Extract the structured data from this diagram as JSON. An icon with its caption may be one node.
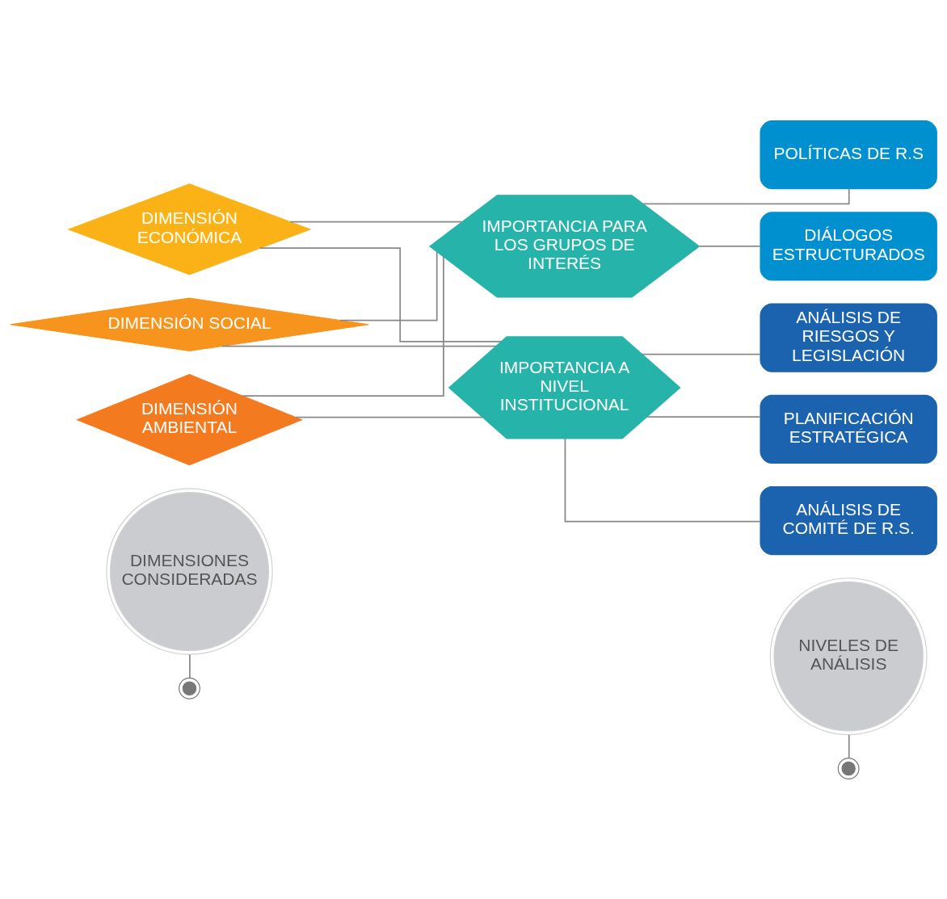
{
  "diagram": {
    "nodes": [
      {
        "text": [
          "DIMENSIONES CONSIDERADAS"
        ]
      },
      {
        "text": [
          "NIVELES DE ANÁLISIS"
        ]
      },
      {
        "text": [],
        "shape": "circle"
      },
      {
        "text": [],
        "shape": "circle"
      },
      {
        "text": [
          "DIMENSIÓN ECONÓMICA"
        ]
      },
      {
        "text": [
          "DIMENSIÓN SOCIAL"
        ]
      },
      {
        "text": [
          "DIMENSIÓN AMBIENTAL"
        ]
      },
      {
        "text": [
          "IMPORTANCIA PARA LOS GRUPOS DE INTERÉS"
        ]
      },
      {
        "text": [
          "IMPORTANCIA A NIVEL INSTITUCIONAL"
        ]
      },
      {
        "text": [
          "DIÁLOGOS ESTRUCTURADOS"
        ]
      },
      {
        "text": [
          "POLÍTICAS DE R.S"
        ]
      },
      {
        "text": [
          "PLANIFICACIÓN ESTRATÉGICA"
        ]
      },
      {
        "text": [
          "ANÁLISIS DE RIESGOS Y LEGISLACIÓN"
        ]
      },
      {
        "text": [
          "ANÁLISIS DE COMITÉ DE R.S."
        ]
      }
    ],
    "edges": [
      {
        "from": 0,
        "to": 2,
        "arrow": "none"
      },
      {
        "from": 1,
        "to": 3,
        "arrow": "none"
      },
      {
        "from": 4,
        "to": 7,
        "arrow": "none"
      },
      {
        "from": 5,
        "to": 7,
        "arrow": "none"
      },
      {
        "from": 6,
        "to": 7,
        "arrow": "none"
      },
      {
        "from": 4,
        "to": 8,
        "arrow": "none"
      },
      {
        "from": 5,
        "to": 8,
        "arrow": "none"
      },
      {
        "from": 6,
        "to": 8,
        "arrow": "none"
      },
      {
        "from": 7,
        "to": 9,
        "arrow": "none"
      },
      {
        "from": 7,
        "to": 10,
        "arrow": "none"
      },
      {
        "from": 8,
        "to": 11,
        "arrow": "none"
      },
      {
        "from": 8,
        "to": 12,
        "arrow": "none"
      },
      {
        "from": 8,
        "to": 13,
        "arrow": "none"
      }
    ]
  }
}
